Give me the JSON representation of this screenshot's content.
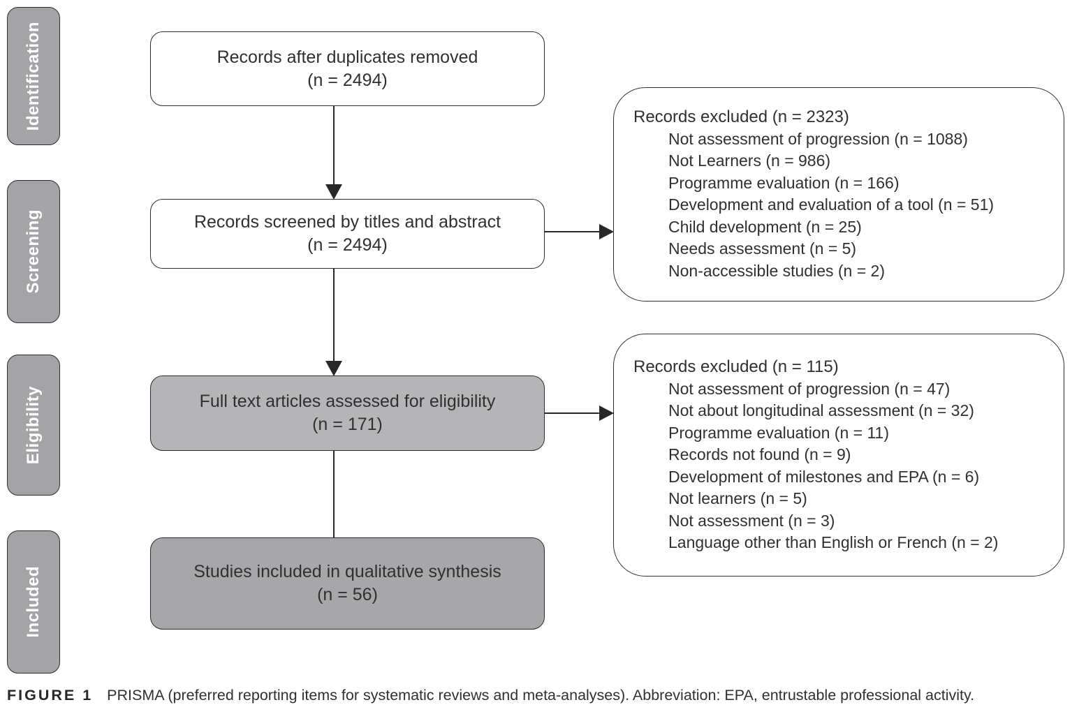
{
  "stages": [
    {
      "label": "Identification"
    },
    {
      "label": "Screening"
    },
    {
      "label": "Eligibility"
    },
    {
      "label": "Included"
    }
  ],
  "flow": {
    "boxes": [
      {
        "title": "Records after duplicates removed",
        "count": "(n = 2494)"
      },
      {
        "title": "Records screened by titles and abstract",
        "count": "(n = 2494)"
      },
      {
        "title": "Full text articles assessed for eligibility",
        "count": "(n = 171)"
      },
      {
        "title": "Studies included in qualitative synthesis",
        "count": "(n = 56)"
      }
    ]
  },
  "exclusions": [
    {
      "heading": "Records excluded (n = 2323)",
      "items": [
        "Not assessment of progression (n = 1088)",
        "Not Learners (n = 986)",
        "Programme evaluation (n = 166)",
        "Development and evaluation of a tool (n = 51)",
        "Child development (n = 25)",
        "Needs assessment (n = 5)",
        "Non-accessible studies (n = 2)"
      ]
    },
    {
      "heading": "Records excluded (n = 115)",
      "items": [
        "Not assessment of progression (n = 47)",
        "Not about longitudinal assessment (n = 32)",
        "Programme evaluation (n = 11)",
        "Records not found (n = 9)",
        "Development of milestones and EPA (n = 6)",
        "Not learners (n = 5)",
        "Not assessment (n = 3)",
        "Language other than English or French (n = 2)"
      ]
    }
  ],
  "caption": {
    "label": "FIGURE 1",
    "text": "PRISMA (preferred reporting items for systematic reviews and meta-analyses). Abbreviation: EPA, entrustable professional activity."
  },
  "colors": {
    "ink": "#2a2627",
    "stage_fill": "#a4a3a5",
    "eligibility_box_fill": "#b5b4b6",
    "included_box_fill": "#a7a6a8"
  }
}
